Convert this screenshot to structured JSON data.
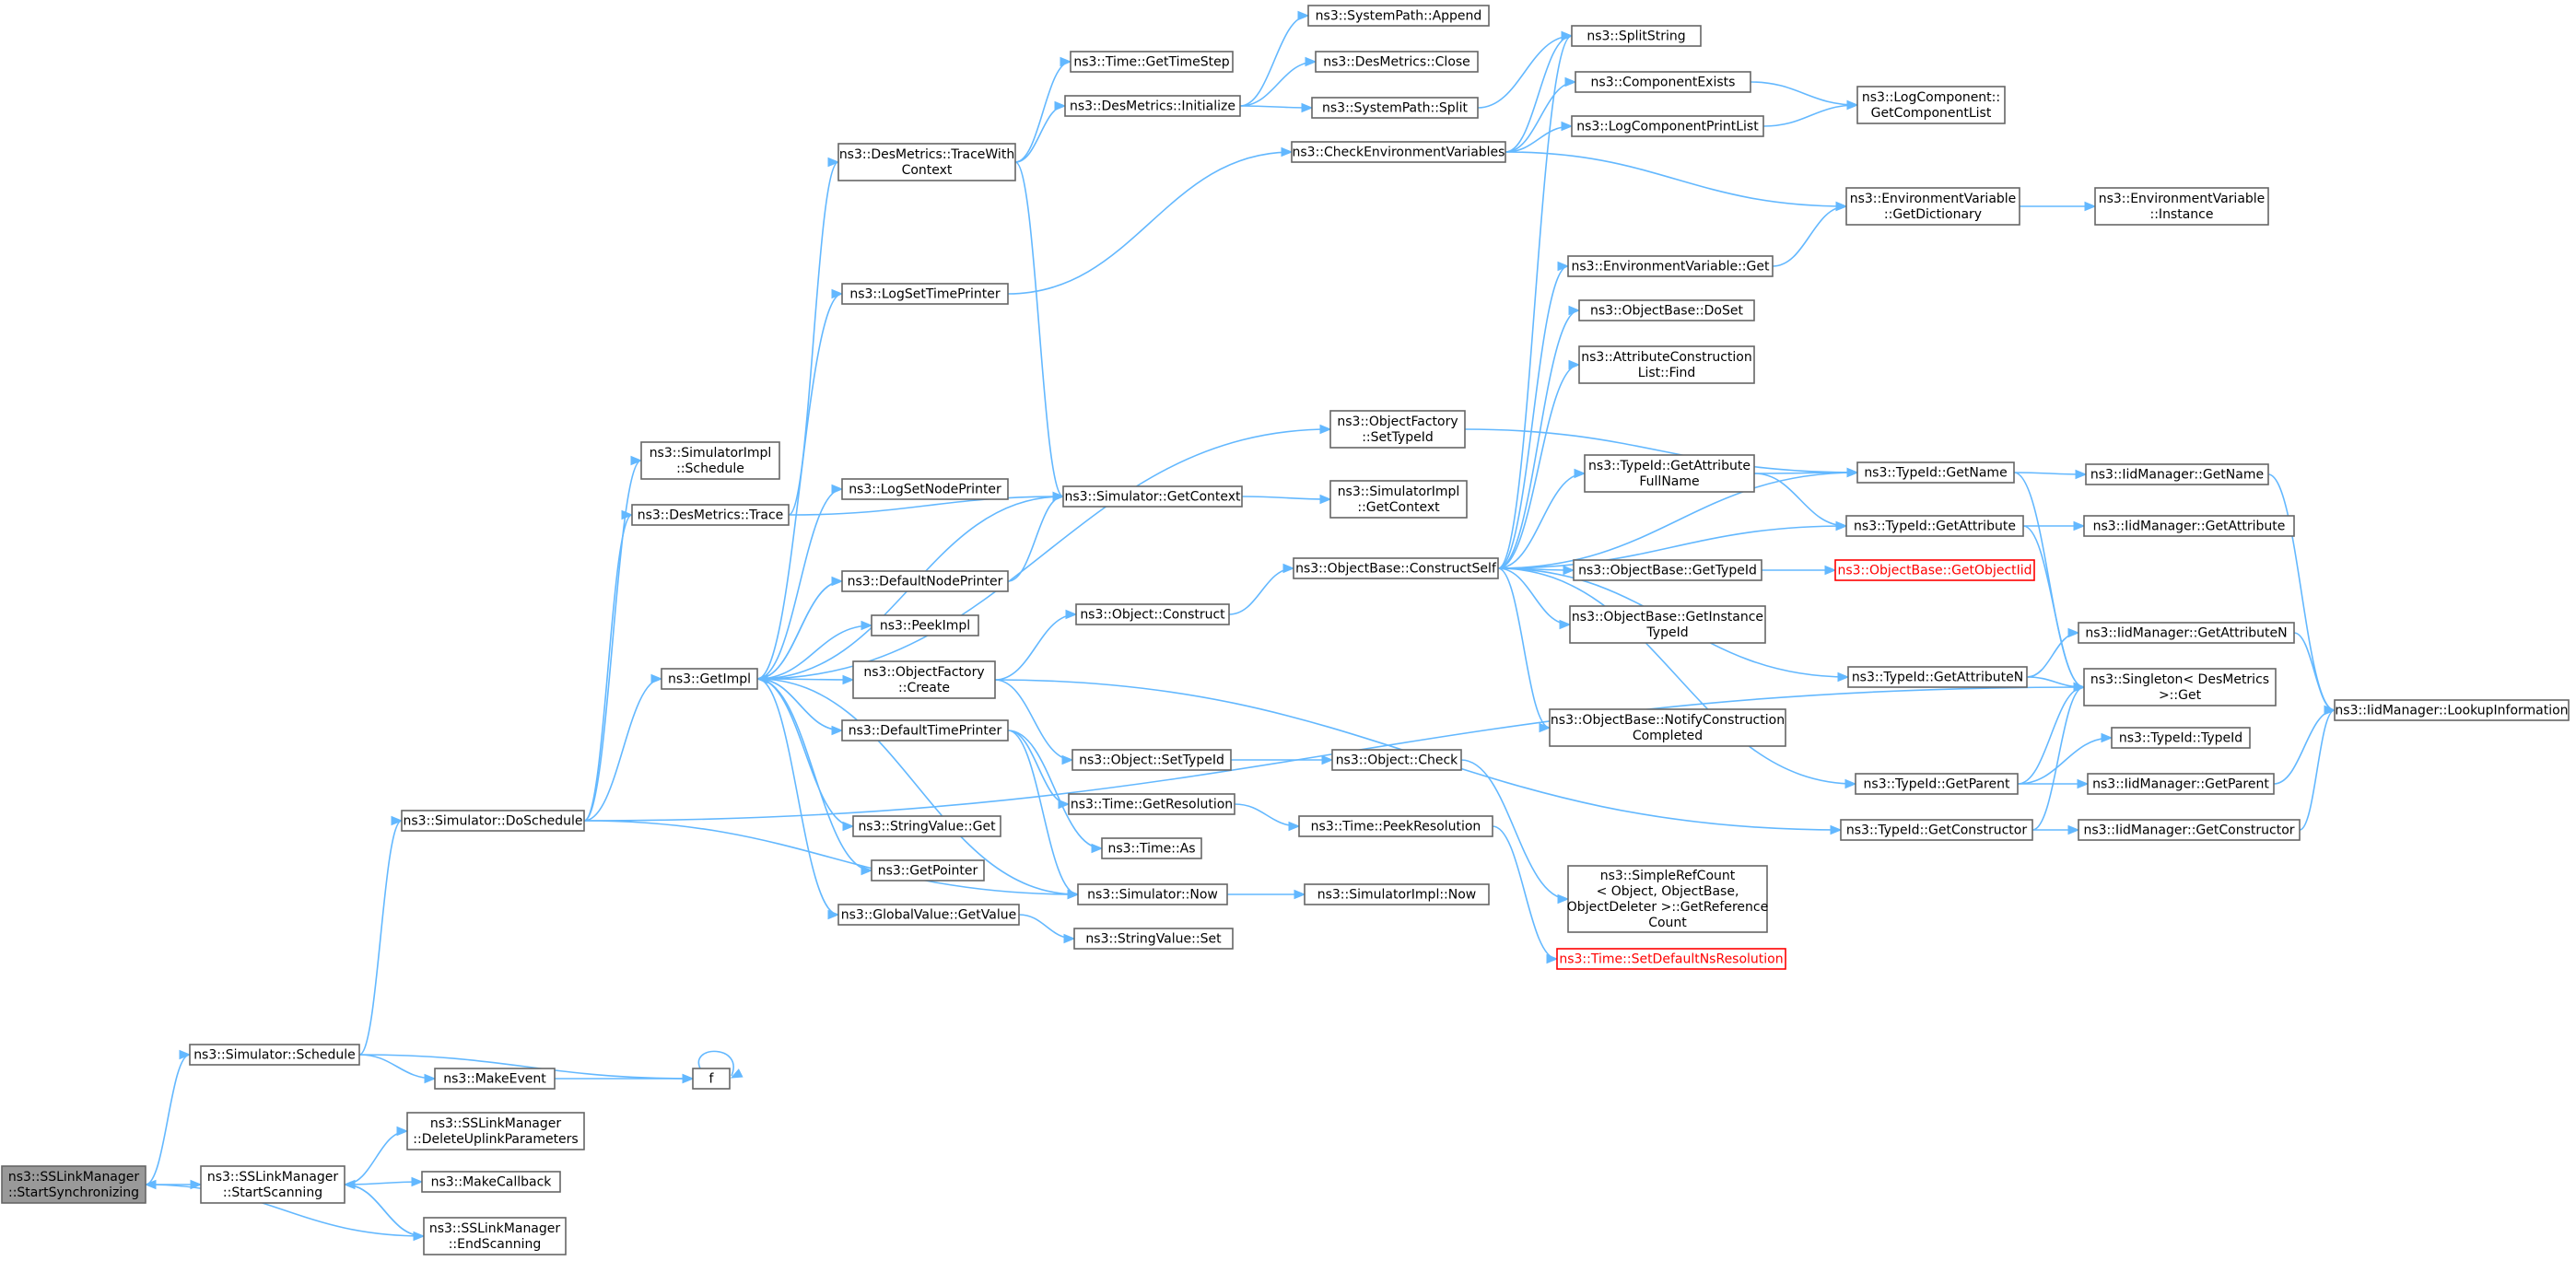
{
  "graph": {
    "root": "StartSynchronizing",
    "edge_color": "#63b8ff",
    "node_border_color": "#666666",
    "root_fill_color": "#999999",
    "truncated_border_color": "#ff0000",
    "nodes": [
      {
        "id": "StartSynchronizing",
        "lines": [
          "ns3::SSLinkManager",
          "::StartSynchronizing"
        ]
      },
      {
        "id": "Schedule",
        "lines": [
          "ns3::Simulator::Schedule"
        ]
      },
      {
        "id": "StartScanning",
        "lines": [
          "ns3::SSLinkManager",
          "::StartScanning"
        ]
      },
      {
        "id": "DoSchedule",
        "lines": [
          "ns3::Simulator::DoSchedule"
        ]
      },
      {
        "id": "MakeEvent",
        "lines": [
          "ns3::MakeEvent"
        ]
      },
      {
        "id": "f",
        "lines": [
          "f"
        ]
      },
      {
        "id": "DeleteUplinkParameters",
        "lines": [
          "ns3::SSLinkManager",
          "::DeleteUplinkParameters"
        ]
      },
      {
        "id": "MakeCallback",
        "lines": [
          "ns3::MakeCallback"
        ]
      },
      {
        "id": "EndScanning",
        "lines": [
          "ns3::SSLinkManager",
          "::EndScanning"
        ]
      },
      {
        "id": "SimImplSchedule",
        "lines": [
          "ns3::SimulatorImpl",
          "::Schedule"
        ]
      },
      {
        "id": "DesTrace",
        "lines": [
          "ns3::DesMetrics::Trace"
        ]
      },
      {
        "id": "GetImpl",
        "lines": [
          "ns3::GetImpl"
        ]
      },
      {
        "id": "TraceWithContext",
        "lines": [
          "ns3::DesMetrics::TraceWith",
          "Context"
        ]
      },
      {
        "id": "LogSetTimePrinter",
        "lines": [
          "ns3::LogSetTimePrinter"
        ]
      },
      {
        "id": "LogSetNodePrinter",
        "lines": [
          "ns3::LogSetNodePrinter"
        ]
      },
      {
        "id": "DefaultNodePrinter",
        "lines": [
          "ns3::DefaultNodePrinter"
        ]
      },
      {
        "id": "PeekImpl",
        "lines": [
          "ns3::PeekImpl"
        ]
      },
      {
        "id": "ObjFactoryCreate",
        "lines": [
          "ns3::ObjectFactory",
          "::Create"
        ]
      },
      {
        "id": "DefaultTimePrinter",
        "lines": [
          "ns3::DefaultTimePrinter"
        ]
      },
      {
        "id": "StringValueGet",
        "lines": [
          "ns3::StringValue::Get"
        ]
      },
      {
        "id": "GetPointer",
        "lines": [
          "ns3::GetPointer"
        ]
      },
      {
        "id": "GlobalValueGetValue",
        "lines": [
          "ns3::GlobalValue::GetValue"
        ]
      },
      {
        "id": "GetTimeStep",
        "lines": [
          "ns3::Time::GetTimeStep"
        ]
      },
      {
        "id": "DesInitialize",
        "lines": [
          "ns3::DesMetrics::Initialize"
        ]
      },
      {
        "id": "SimGetContext",
        "lines": [
          "ns3::Simulator::GetContext"
        ]
      },
      {
        "id": "ObjConstruct",
        "lines": [
          "ns3::Object::Construct"
        ]
      },
      {
        "id": "ObjSetTypeId",
        "lines": [
          "ns3::Object::SetTypeId"
        ]
      },
      {
        "id": "TimeGetResolution",
        "lines": [
          "ns3::Time::GetResolution"
        ]
      },
      {
        "id": "TimeAs",
        "lines": [
          "ns3::Time::As"
        ]
      },
      {
        "id": "SimNow",
        "lines": [
          "ns3::Simulator::Now"
        ]
      },
      {
        "id": "StringValueSet",
        "lines": [
          "ns3::StringValue::Set"
        ]
      },
      {
        "id": "SysPathAppend",
        "lines": [
          "ns3::SystemPath::Append"
        ]
      },
      {
        "id": "DesClose",
        "lines": [
          "ns3::DesMetrics::Close"
        ]
      },
      {
        "id": "SysPathSplit",
        "lines": [
          "ns3::SystemPath::Split"
        ]
      },
      {
        "id": "CheckEnvVars",
        "lines": [
          "ns3::CheckEnvironmentVariables"
        ]
      },
      {
        "id": "ObjFactSetTypeId",
        "lines": [
          "ns3::ObjectFactory",
          "::SetTypeId"
        ]
      },
      {
        "id": "SimImplGetContext",
        "lines": [
          "ns3::SimulatorImpl",
          "::GetContext"
        ]
      },
      {
        "id": "ConstructSelf",
        "lines": [
          "ns3::ObjectBase::ConstructSelf"
        ]
      },
      {
        "id": "ObjCheck",
        "lines": [
          "ns3::Object::Check"
        ]
      },
      {
        "id": "TimePeekRes",
        "lines": [
          "ns3::Time::PeekResolution"
        ]
      },
      {
        "id": "SimImplNow",
        "lines": [
          "ns3::SimulatorImpl::Now"
        ]
      },
      {
        "id": "SplitString",
        "lines": [
          "ns3::SplitString"
        ]
      },
      {
        "id": "ComponentExists",
        "lines": [
          "ns3::ComponentExists"
        ]
      },
      {
        "id": "LogCompPrintList",
        "lines": [
          "ns3::LogComponentPrintList"
        ]
      },
      {
        "id": "EnvVarGet",
        "lines": [
          "ns3::EnvironmentVariable::Get"
        ]
      },
      {
        "id": "ObjBaseDoSet",
        "lines": [
          "ns3::ObjectBase::DoSet"
        ]
      },
      {
        "id": "AttrConstrFind",
        "lines": [
          "ns3::AttributeConstruction",
          "List::Find"
        ]
      },
      {
        "id": "TidGetAttrFullName",
        "lines": [
          "ns3::TypeId::GetAttribute",
          "FullName"
        ]
      },
      {
        "id": "ObjBaseGetTypeId",
        "lines": [
          "ns3::ObjectBase::GetTypeId"
        ]
      },
      {
        "id": "ObjBaseGetInstTid",
        "lines": [
          "ns3::ObjectBase::GetInstance",
          "TypeId"
        ]
      },
      {
        "id": "NotifyConstr",
        "lines": [
          "ns3::ObjectBase::NotifyConstruction",
          "Completed"
        ]
      },
      {
        "id": "SimpleRefCount",
        "lines": [
          "ns3::SimpleRefCount",
          "< Object, ObjectBase,",
          "ObjectDeleter >::GetReference",
          "Count"
        ]
      },
      {
        "id": "SetDefaultNsRes",
        "lines": [
          "ns3::Time::SetDefaultNsResolution"
        ],
        "truncated": true
      },
      {
        "id": "LogCompGetList",
        "lines": [
          "ns3::LogComponent::",
          "GetComponentList"
        ]
      },
      {
        "id": "EnvVarGetDict",
        "lines": [
          "ns3::EnvironmentVariable",
          "::GetDictionary"
        ]
      },
      {
        "id": "TidGetName",
        "lines": [
          "ns3::TypeId::GetName"
        ]
      },
      {
        "id": "TidGetAttribute",
        "lines": [
          "ns3::TypeId::GetAttribute"
        ]
      },
      {
        "id": "ObjBaseGetObjectIid",
        "lines": [
          "ns3::ObjectBase::GetObjectIid"
        ],
        "truncated": true
      },
      {
        "id": "TidGetAttributeN",
        "lines": [
          "ns3::TypeId::GetAttributeN"
        ]
      },
      {
        "id": "TidGetParent",
        "lines": [
          "ns3::TypeId::GetParent"
        ]
      },
      {
        "id": "TidGetConstructor",
        "lines": [
          "ns3::TypeId::GetConstructor"
        ]
      },
      {
        "id": "EnvVarInstance",
        "lines": [
          "ns3::EnvironmentVariable",
          "::Instance"
        ]
      },
      {
        "id": "IidGetName",
        "lines": [
          "ns3::IidManager::GetName"
        ]
      },
      {
        "id": "IidGetAttribute",
        "lines": [
          "ns3::IidManager::GetAttribute"
        ]
      },
      {
        "id": "SingletonGet",
        "lines": [
          "ns3::Singleton< DesMetrics",
          ">::Get"
        ]
      },
      {
        "id": "IidGetAttributeN",
        "lines": [
          "ns3::IidManager::GetAttributeN"
        ]
      },
      {
        "id": "TidTypeId",
        "lines": [
          "ns3::TypeId::TypeId"
        ]
      },
      {
        "id": "IidGetParent",
        "lines": [
          "ns3::IidManager::GetParent"
        ]
      },
      {
        "id": "IidGetConstructor",
        "lines": [
          "ns3::IidManager::GetConstructor"
        ]
      },
      {
        "id": "IidLookupInfo",
        "lines": [
          "ns3::IidManager::LookupInformation"
        ]
      }
    ],
    "edges": [
      [
        "StartSynchronizing",
        "Schedule"
      ],
      [
        "StartSynchronizing",
        "StartScanning"
      ],
      [
        "Schedule",
        "DoSchedule"
      ],
      [
        "Schedule",
        "MakeEvent"
      ],
      [
        "Schedule",
        "f"
      ],
      [
        "MakeEvent",
        "f"
      ],
      [
        "f",
        "f"
      ],
      [
        "StartScanning",
        "DeleteUplinkParameters"
      ],
      [
        "StartScanning",
        "MakeCallback"
      ],
      [
        "StartScanning",
        "EndScanning"
      ],
      [
        "EndScanning",
        "StartScanning"
      ],
      [
        "EndScanning",
        "StartSynchronizing"
      ],
      [
        "DoSchedule",
        "SimImplSchedule"
      ],
      [
        "DoSchedule",
        "DesTrace"
      ],
      [
        "DoSchedule",
        "GetImpl"
      ],
      [
        "DoSchedule",
        "SimNow"
      ],
      [
        "DoSchedule",
        "SingletonGet"
      ],
      [
        "DesTrace",
        "TraceWithContext"
      ],
      [
        "DesTrace",
        "SimGetContext"
      ],
      [
        "GetImpl",
        "LogSetTimePrinter"
      ],
      [
        "GetImpl",
        "LogSetNodePrinter"
      ],
      [
        "GetImpl",
        "DefaultNodePrinter"
      ],
      [
        "GetImpl",
        "PeekImpl"
      ],
      [
        "GetImpl",
        "ObjFactoryCreate"
      ],
      [
        "GetImpl",
        "DefaultTimePrinter"
      ],
      [
        "GetImpl",
        "StringValueGet"
      ],
      [
        "GetImpl",
        "GetPointer"
      ],
      [
        "GetImpl",
        "GlobalValueGetValue"
      ],
      [
        "GetImpl",
        "ObjFactSetTypeId"
      ],
      [
        "GetImpl",
        "SimGetContext"
      ],
      [
        "GetImpl",
        "SimNow"
      ],
      [
        "TraceWithContext",
        "GetTimeStep"
      ],
      [
        "TraceWithContext",
        "DesInitialize"
      ],
      [
        "TraceWithContext",
        "SimGetContext"
      ],
      [
        "LogSetTimePrinter",
        "CheckEnvVars"
      ],
      [
        "DefaultNodePrinter",
        "SimGetContext"
      ],
      [
        "DefaultNodePrinter",
        "GetImpl"
      ],
      [
        "ObjFactoryCreate",
        "ObjConstruct"
      ],
      [
        "ObjFactoryCreate",
        "ObjSetTypeId"
      ],
      [
        "ObjFactoryCreate",
        "TidGetConstructor"
      ],
      [
        "DefaultTimePrinter",
        "TimeGetResolution"
      ],
      [
        "DefaultTimePrinter",
        "TimeAs"
      ],
      [
        "DefaultTimePrinter",
        "SimNow"
      ],
      [
        "DefaultTimePrinter",
        "GetImpl"
      ],
      [
        "GlobalValueGetValue",
        "StringValueSet"
      ],
      [
        "DesInitialize",
        "SysPathAppend"
      ],
      [
        "DesInitialize",
        "DesClose"
      ],
      [
        "DesInitialize",
        "SysPathSplit"
      ],
      [
        "SysPathSplit",
        "SplitString"
      ],
      [
        "SimGetContext",
        "SimImplGetContext"
      ],
      [
        "ObjConstruct",
        "ConstructSelf"
      ],
      [
        "ObjSetTypeId",
        "ObjCheck"
      ],
      [
        "TimeGetResolution",
        "TimePeekRes"
      ],
      [
        "SimNow",
        "SimImplNow"
      ],
      [
        "CheckEnvVars",
        "SplitString"
      ],
      [
        "CheckEnvVars",
        "ComponentExists"
      ],
      [
        "CheckEnvVars",
        "LogCompPrintList"
      ],
      [
        "CheckEnvVars",
        "EnvVarGetDict"
      ],
      [
        "ObjFactSetTypeId",
        "TidGetName"
      ],
      [
        "ConstructSelf",
        "SplitString"
      ],
      [
        "ConstructSelf",
        "EnvVarGet"
      ],
      [
        "ConstructSelf",
        "ObjBaseDoSet"
      ],
      [
        "ConstructSelf",
        "AttrConstrFind"
      ],
      [
        "ConstructSelf",
        "TidGetAttrFullName"
      ],
      [
        "ConstructSelf",
        "TidGetName"
      ],
      [
        "ConstructSelf",
        "TidGetAttribute"
      ],
      [
        "ConstructSelf",
        "ObjBaseGetTypeId"
      ],
      [
        "ConstructSelf",
        "ObjBaseGetInstTid"
      ],
      [
        "ConstructSelf",
        "NotifyConstr"
      ],
      [
        "ConstructSelf",
        "TidGetAttributeN"
      ],
      [
        "ConstructSelf",
        "TidGetParent"
      ],
      [
        "ObjCheck",
        "SimpleRefCount"
      ],
      [
        "TimePeekRes",
        "SetDefaultNsRes"
      ],
      [
        "ComponentExists",
        "LogCompGetList"
      ],
      [
        "LogCompPrintList",
        "LogCompGetList"
      ],
      [
        "EnvVarGet",
        "EnvVarGetDict"
      ],
      [
        "EnvVarGetDict",
        "EnvVarInstance"
      ],
      [
        "TidGetAttrFullName",
        "TidGetName"
      ],
      [
        "TidGetAttrFullName",
        "TidGetAttribute"
      ],
      [
        "ObjBaseGetTypeId",
        "ObjBaseGetObjectIid"
      ],
      [
        "TidGetName",
        "IidGetName"
      ],
      [
        "TidGetName",
        "SingletonGet"
      ],
      [
        "TidGetAttribute",
        "IidGetAttribute"
      ],
      [
        "TidGetAttribute",
        "SingletonGet"
      ],
      [
        "TidGetAttributeN",
        "IidGetAttributeN"
      ],
      [
        "TidGetAttributeN",
        "SingletonGet"
      ],
      [
        "TidGetParent",
        "TidTypeId"
      ],
      [
        "TidGetParent",
        "IidGetParent"
      ],
      [
        "TidGetParent",
        "SingletonGet"
      ],
      [
        "TidGetConstructor",
        "IidGetConstructor"
      ],
      [
        "TidGetConstructor",
        "SingletonGet"
      ],
      [
        "IidGetName",
        "IidLookupInfo"
      ],
      [
        "IidGetAttributeN",
        "IidLookupInfo"
      ],
      [
        "IidGetParent",
        "IidLookupInfo"
      ],
      [
        "IidGetConstructor",
        "IidLookupInfo"
      ]
    ]
  }
}
